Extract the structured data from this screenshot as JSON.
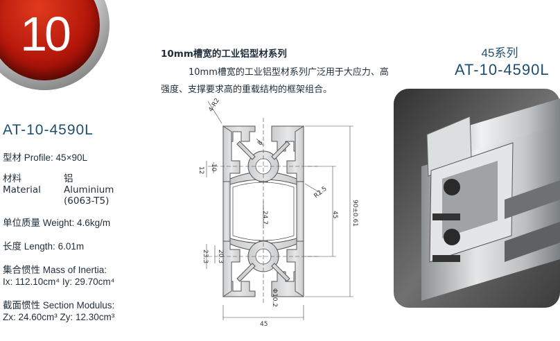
{
  "badge": {
    "number": "10"
  },
  "series": {
    "title": "10mm槽宽的工业铝型材系列",
    "description": "10mm槽宽的工业铝型材系列广泛用于大应力、高强度、支撑要求高的重载结构的框架组合。"
  },
  "right_header": {
    "series": "45系列",
    "model": "AT-10-4590L"
  },
  "product": {
    "model": "AT-10-4590L",
    "profile_label": "型材 Profile:",
    "profile_value": "45×90L",
    "material_label_cn": "材料",
    "material_label_en": "Material",
    "material_cn": "铝",
    "material_en": "Aluminium",
    "material_grade": "(6063-T5)",
    "weight_label": "单位质量 Weight:",
    "weight_value": "4.6kg/m",
    "length_label": "长度 Length:",
    "length_value": "6.01m",
    "inertia_label": "集合惯性 Mass of Inertia:",
    "inertia_values": "Ix: 112.10cm⁴  Iy: 29.70cm⁴",
    "modulus_label": "截面惯性 Section Modulus:",
    "modulus_values": "Zx: 24.60cm³  Zy: 12.30cm³"
  },
  "drawing_dims": {
    "r2": "4-R2",
    "d8": "8",
    "d12": "12",
    "d10": "10",
    "r25": "R2.5",
    "d24_7": "24.7",
    "d45v": "45",
    "d90": "90±0.61",
    "d20_3": "20.3",
    "d23_3": "23.3",
    "d10_2": "Φ10.2",
    "d45h": "45"
  }
}
